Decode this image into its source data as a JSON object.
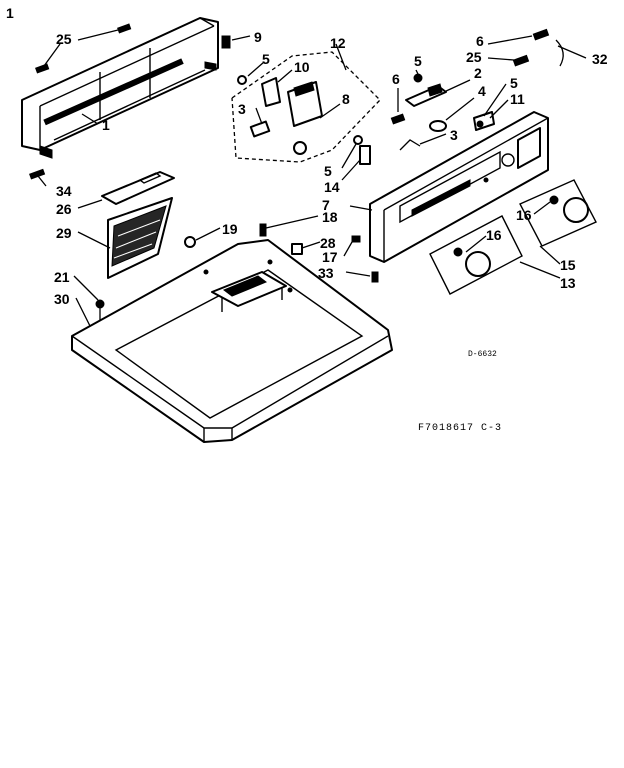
{
  "labels": {
    "l1_corner": "1",
    "l1": "1",
    "l2": "2",
    "l3a": "3",
    "l3b": "3",
    "l4": "4",
    "l5a": "5",
    "l5b": "5",
    "l5c": "5",
    "l5d": "5",
    "l6a": "6",
    "l6b": "6",
    "l7": "7",
    "l8": "8",
    "l9": "9",
    "l10": "10",
    "l11": "11",
    "l12": "12",
    "l13": "13",
    "l14": "14",
    "l15": "15",
    "l16a": "16",
    "l16b": "16",
    "l17": "17",
    "l18": "18",
    "l19": "19",
    "l21": "21",
    "l25a": "25",
    "l25b": "25",
    "l26": "26",
    "l28": "28",
    "l29": "29",
    "l30": "30",
    "l32": "32",
    "l33": "33",
    "l34": "34"
  },
  "drawing_number": "D-6632",
  "figure_code": "F7018617 C-3"
}
